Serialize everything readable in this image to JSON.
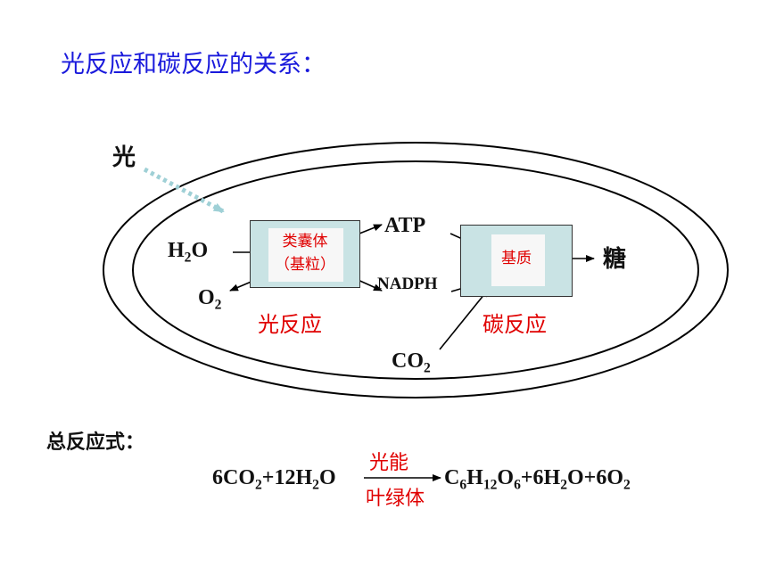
{
  "title": "光反应和碳反应的关系：",
  "diagram": {
    "light": "光",
    "h2o": "H",
    "h2o_sub": "2",
    "h2o_tail": "O",
    "o2": "O",
    "o2_sub": "2",
    "atp": "ATP",
    "nadph": "NADPH",
    "co2": "CO",
    "co2_sub": "2",
    "sugar": "糖",
    "thylakoid_line1": "类囊体",
    "thylakoid_line2": "（基粒）",
    "stroma": "基质",
    "light_reaction": "光反应",
    "carbon_reaction": "碳反应"
  },
  "equation": {
    "heading": "总反应式：",
    "left_a": "6CO",
    "left_a_sub": "2",
    "left_b": "+12H",
    "left_b_sub": "2",
    "left_c": "O",
    "condition_top": "光能",
    "condition_bottom": "叶绿体",
    "right_a": "C",
    "right_a_sub": "6",
    "right_b": "H",
    "right_b_sub": "12",
    "right_c": "O",
    "right_c_sub": "6",
    "right_d": "+6H",
    "right_d_sub": "2",
    "right_e": "O+6O",
    "right_e_sub": "2"
  },
  "colors": {
    "title": "#1a1adc",
    "label_red": "#e00000",
    "box_fill": "#c9e3e4",
    "light_arrow": "#9fd0d6"
  }
}
